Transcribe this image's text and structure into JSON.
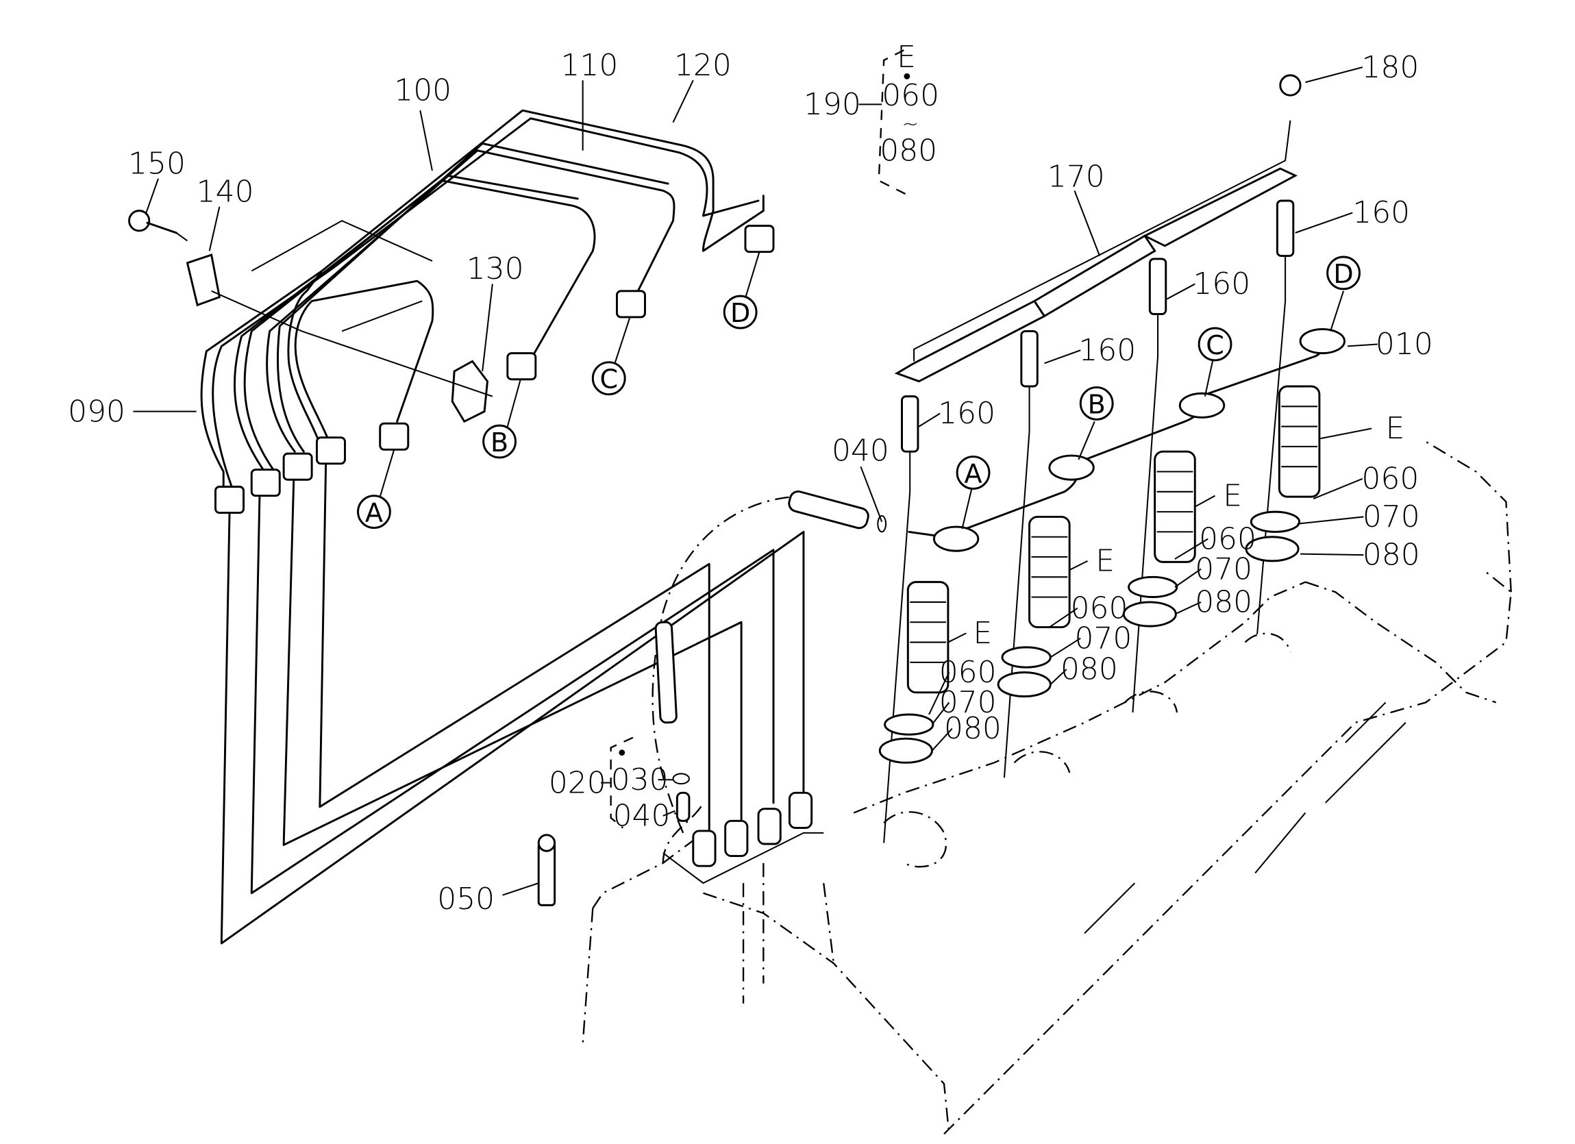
{
  "diagram": {
    "type": "exploded parts diagram",
    "subject": "Fuel injection pipes, injection nozzles and glow plugs on cylinder head",
    "part_labels": [
      {
        "id": "p100",
        "text": "100"
      },
      {
        "id": "p110",
        "text": "110"
      },
      {
        "id": "p120",
        "text": "120"
      },
      {
        "id": "p150",
        "text": "150"
      },
      {
        "id": "p140",
        "text": "140"
      },
      {
        "id": "p130",
        "text": "130"
      },
      {
        "id": "p090",
        "text": "090"
      },
      {
        "id": "p190",
        "text": "190"
      },
      {
        "id": "p190e",
        "text": "E"
      },
      {
        "id": "p190a",
        "text": "060"
      },
      {
        "id": "p190t",
        "text": "~"
      },
      {
        "id": "p190b",
        "text": "080"
      },
      {
        "id": "p180",
        "text": "180"
      },
      {
        "id": "p170",
        "text": "170"
      },
      {
        "id": "p160a",
        "text": "160"
      },
      {
        "id": "p160b",
        "text": "160"
      },
      {
        "id": "p160c",
        "text": "160"
      },
      {
        "id": "p160d",
        "text": "160"
      },
      {
        "id": "p010",
        "text": "010"
      },
      {
        "id": "p040a",
        "text": "040"
      },
      {
        "id": "pE1",
        "text": "E"
      },
      {
        "id": "p060_1",
        "text": "060"
      },
      {
        "id": "p070_1",
        "text": "070"
      },
      {
        "id": "p080_1",
        "text": "080"
      },
      {
        "id": "pE2",
        "text": "E"
      },
      {
        "id": "p060_2",
        "text": "060"
      },
      {
        "id": "p070_2",
        "text": "070"
      },
      {
        "id": "p080_2",
        "text": "080"
      },
      {
        "id": "pE3",
        "text": "E"
      },
      {
        "id": "p060_3",
        "text": "060"
      },
      {
        "id": "p070_3",
        "text": "070"
      },
      {
        "id": "p080_3",
        "text": "080"
      },
      {
        "id": "pE4",
        "text": "E"
      },
      {
        "id": "p060_4",
        "text": "060"
      },
      {
        "id": "p070_4",
        "text": "070"
      },
      {
        "id": "p080_4",
        "text": "080"
      },
      {
        "id": "p020",
        "text": "020"
      },
      {
        "id": "p030",
        "text": "030"
      },
      {
        "id": "p040b",
        "text": "040"
      },
      {
        "id": "p050",
        "text": "050"
      }
    ],
    "connection_markers": [
      {
        "id": "mA1",
        "text": "A"
      },
      {
        "id": "mB1",
        "text": "B"
      },
      {
        "id": "mC1",
        "text": "C"
      },
      {
        "id": "mD1",
        "text": "D"
      },
      {
        "id": "mA2",
        "text": "A"
      },
      {
        "id": "mB2",
        "text": "B"
      },
      {
        "id": "mC2",
        "text": "C"
      },
      {
        "id": "mD2",
        "text": "D"
      }
    ]
  }
}
